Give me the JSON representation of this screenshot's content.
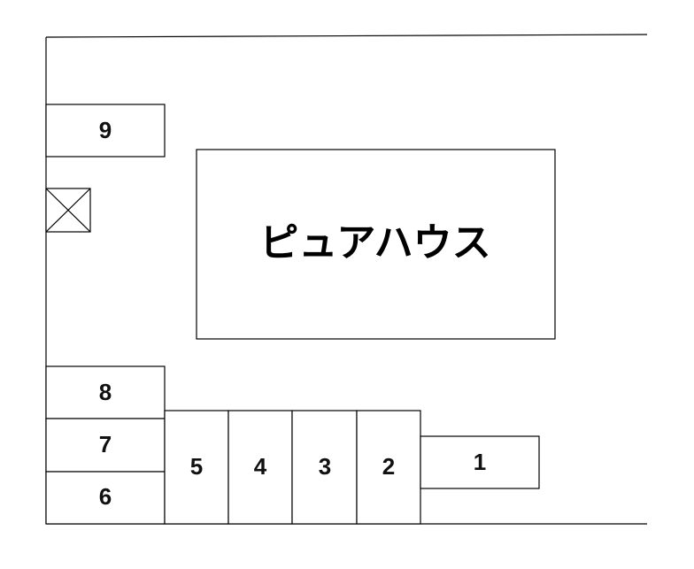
{
  "building": {
    "name": "ピュアハウス"
  },
  "spaces": {
    "s1": "1",
    "s2": "2",
    "s3": "3",
    "s4": "4",
    "s5": "5",
    "s6": "6",
    "s7": "7",
    "s8": "8",
    "s9": "9"
  },
  "icons": {
    "unavailable": "crossed-box-icon"
  },
  "colors": {
    "stroke": "#000000",
    "background": "#ffffff"
  }
}
